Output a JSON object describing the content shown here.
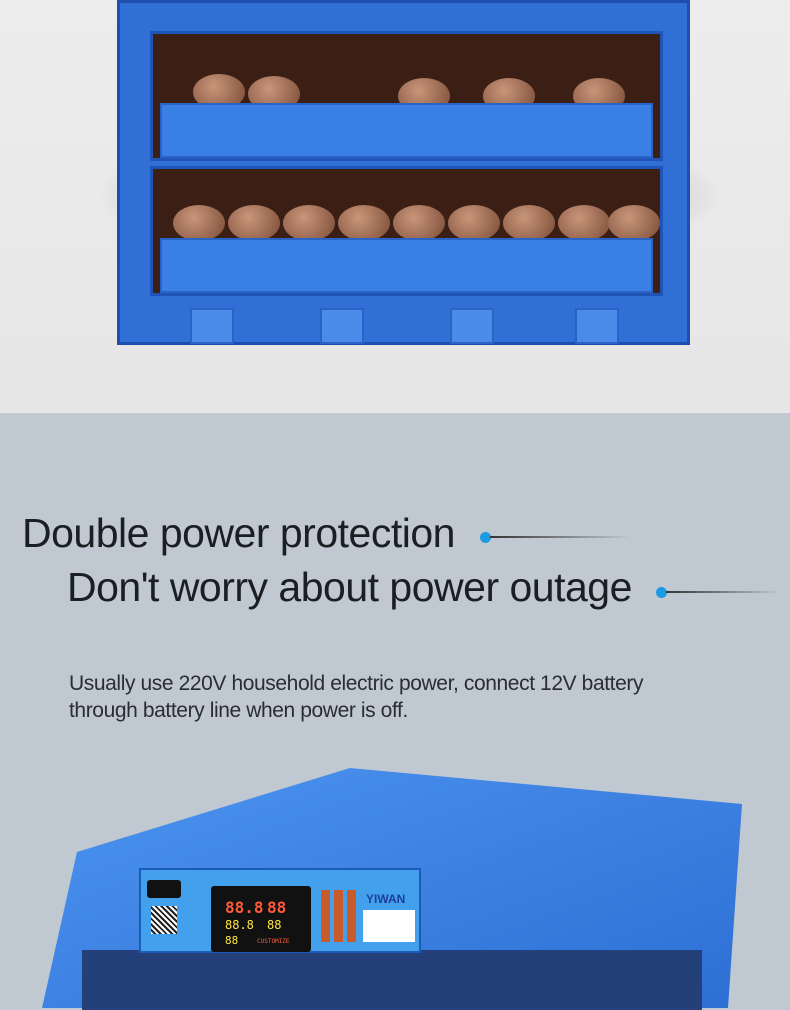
{
  "headline": {
    "line1": "Double power protection",
    "line2": "Don't worry about power outage"
  },
  "description": "Usually use 220V household electric power, connect 12V battery through battery line when power is off.",
  "product_panel": {
    "brand": "YIWAN",
    "display_temp": "88.8",
    "display_humidity": "88",
    "display_small": "88",
    "display_label": "CUSTOMIZE"
  },
  "colors": {
    "accent_dot": "#1c9ae2",
    "incubator_blue": "#2f6fd6",
    "bg_bottom": "#c0c9d2"
  }
}
